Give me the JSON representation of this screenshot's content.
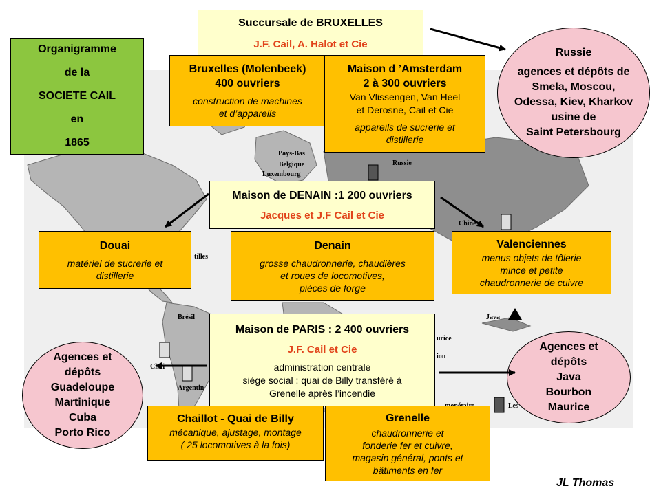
{
  "organigram": {
    "line1": "Organigramme",
    "line2": "de la",
    "line3": "SOCIETE CAIL",
    "line4": "en",
    "line5": "1865"
  },
  "bruxelles_branch": {
    "title": "Succursale de BRUXELLES",
    "owners": "J.F. Cail, A. Halot et Cie"
  },
  "molenbeek": {
    "title1": "Bruxelles (Molenbeek)",
    "title2": "400 ouvriers",
    "desc1": "construction de machines",
    "desc2": "et d’appareils"
  },
  "amsterdam": {
    "title1": "Maison d ’Amsterdam",
    "title2": "2 à 300 ouvriers",
    "partners1": "Van Vlissengen, Van Heel",
    "partners2": "et Derosne, Cail et Cie",
    "desc1": "appareils de sucrerie et",
    "desc2": "distillerie"
  },
  "russia": {
    "title": "Russie",
    "l1": "agences et dépôts de",
    "l2": "Smela, Moscou,",
    "l3": "Odessa, Kiev, Kharkov",
    "l4": "usine de",
    "l5": "Saint Petersbourg"
  },
  "denain_house": {
    "title": "Maison de DENAIN :1 200 ouvriers",
    "owners": "Jacques et J.F Cail et Cie"
  },
  "douai": {
    "title": "Douai",
    "desc1": "matériel de sucrerie et",
    "desc2": "distillerie"
  },
  "denain": {
    "title": "Denain",
    "desc1": "grosse chaudronnerie, chaudières",
    "desc2": "et roues de  locomotives,",
    "desc3": "pièces de forge"
  },
  "valenciennes": {
    "title": "Valenciennes",
    "desc1": "menus objets de tôlerie",
    "desc2": "mince et petite",
    "desc3": "chaudronnerie de cuivre"
  },
  "paris_house": {
    "title": "Maison de PARIS : 2 400 ouvriers",
    "owners": "J.F. Cail et Cie",
    "l1": "administration centrale",
    "l2": "siège social : quai de Billy transféré à",
    "l3": "Grenelle après l’incendie"
  },
  "antilles_agencies": {
    "l1": "Agences et",
    "l2": "dépôts",
    "l3": "Guadeloupe",
    "l4": "Martinique",
    "l5": "Cuba",
    "l6": "Porto Rico"
  },
  "java_agencies": {
    "l1": "Agences et",
    "l2": "dépôts",
    "l3": "Java",
    "l4": "Bourbon",
    "l5": "Maurice"
  },
  "chaillot": {
    "title": "Chaillot - Quai de Billy",
    "desc1": "mécanique, ajustage, montage",
    "desc2": "( 25 locomotives à la fois)"
  },
  "grenelle": {
    "title": "Grenelle",
    "desc1": "chaudronnerie et",
    "desc2": "fonderie fer et cuivre,",
    "desc3": "magasin général, ponts et",
    "desc4": "bâtiments en fer"
  },
  "map_labels": {
    "pays_bas": "Pays-Bas",
    "belgique": "Belgique",
    "luxembourg": "Luxembourg",
    "russie": "Russie",
    "chine": "Chine",
    "antilles": "tilles",
    "bresil": "Brésil",
    "chili": "Chili",
    "argentine": "Argentin",
    "java": "Java",
    "maurice": "urice",
    "reunion": "ion",
    "les": "Les",
    "moneta": "monétaire"
  },
  "author": "JL Thomas"
}
